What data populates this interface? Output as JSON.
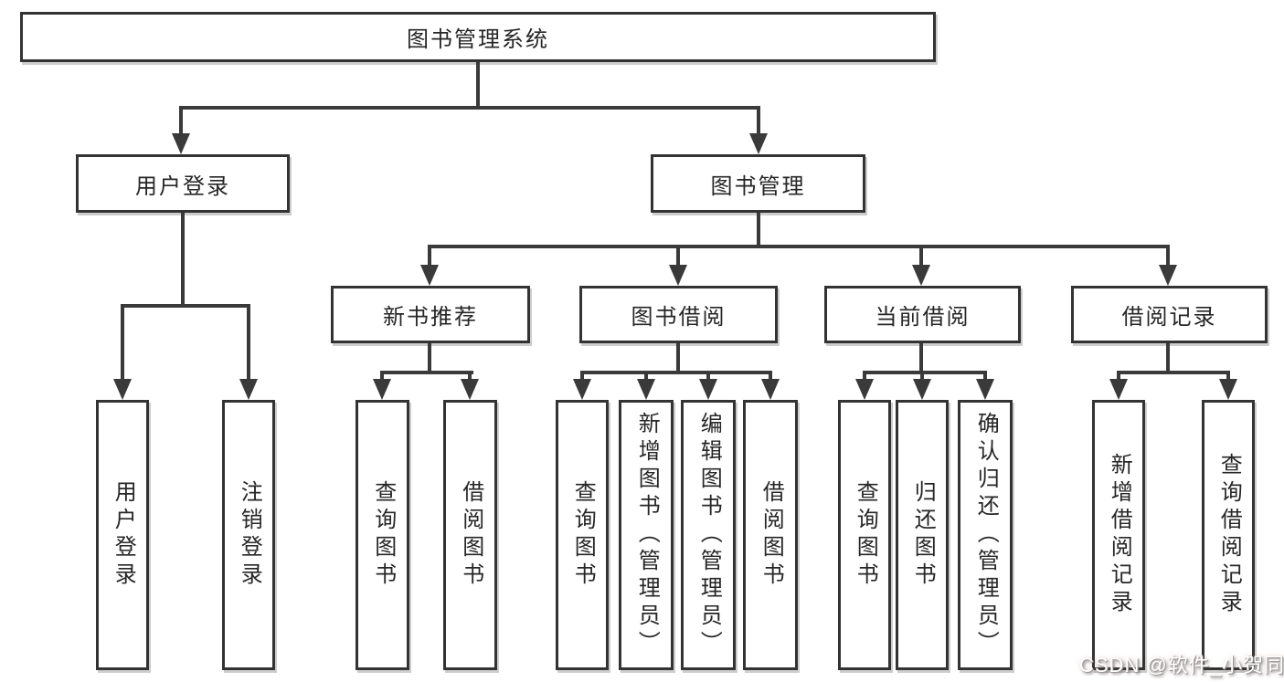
{
  "diagram": {
    "colors": {
      "line": "#3a3a3a",
      "box_border": "#333333",
      "box_fill": "#ffffff",
      "text": "#262626",
      "background": "#ffffff",
      "watermark_text": "#ffffff"
    },
    "watermark": {
      "text": "CSDN @软件_小贺同学"
    },
    "tree": {
      "root": {
        "label": "图书管理系统",
        "children": [
          {
            "label": "用户登录",
            "children": [
              {
                "label": "用户登录"
              },
              {
                "label": "注销登录"
              }
            ]
          },
          {
            "label": "图书管理",
            "children": [
              {
                "label": "新书推荐",
                "children": [
                  {
                    "label": "查询图书"
                  },
                  {
                    "label": "借阅图书"
                  }
                ]
              },
              {
                "label": "图书借阅",
                "children": [
                  {
                    "label": "查询图书"
                  },
                  {
                    "label": "新增图书（管理员）"
                  },
                  {
                    "label": "编辑图书（管理员）"
                  },
                  {
                    "label": "借阅图书"
                  }
                ]
              },
              {
                "label": "当前借阅",
                "children": [
                  {
                    "label": "查询图书"
                  },
                  {
                    "label": "归还图书"
                  },
                  {
                    "label": "确认归还（管理员）"
                  }
                ]
              },
              {
                "label": "借阅记录",
                "children": [
                  {
                    "label": "新增借阅记录"
                  },
                  {
                    "label": "查询借阅记录"
                  }
                ]
              }
            ]
          }
        ]
      }
    }
  }
}
